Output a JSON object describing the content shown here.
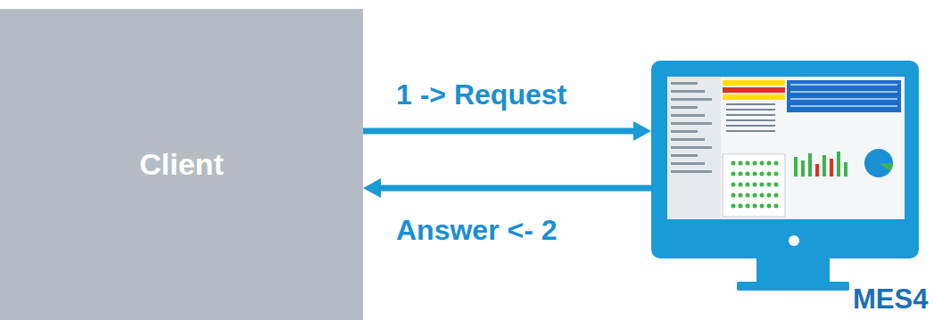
{
  "diagram": {
    "nodes": [
      {
        "text": [
          "Client"
        ]
      },
      {
        "text": [
          "MES4"
        ]
      }
    ],
    "edges": [
      {
        "from": 0,
        "to": 1,
        "label": "1 -> Request",
        "arrow": "to"
      },
      {
        "from": 1,
        "to": 0,
        "label": "Answer <- 2",
        "arrow": "to"
      }
    ]
  }
}
